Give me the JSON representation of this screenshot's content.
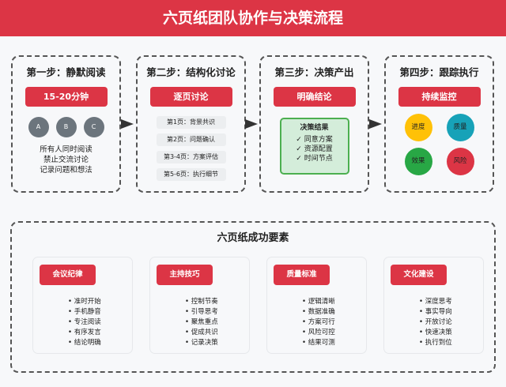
{
  "title": "六页纸团队协作与决策流程",
  "steps": [
    {
      "title": "第一步：静默阅读",
      "badge": "15-20分钟",
      "participants": [
        "A",
        "B",
        "C"
      ],
      "notes": [
        "所有人同时阅读",
        "禁止交流讨论",
        "记录问题和想法"
      ]
    },
    {
      "title": "第二步：结构化讨论",
      "badge": "逐页讨论",
      "pages": [
        "第1页：背景共识",
        "第2页：问题确认",
        "第3-4页：方案评估",
        "第5-6页：执行细节"
      ]
    },
    {
      "title": "第三步：决策产出",
      "badge": "明确结论",
      "result_title": "决策结果",
      "results": [
        "✓ 同意方案",
        "✓ 资源配置",
        "✓ 时间节点"
      ]
    },
    {
      "title": "第四步：跟踪执行",
      "badge": "持续监控",
      "metrics": [
        {
          "label": "进度",
          "color": "#ffc107"
        },
        {
          "label": "质量",
          "color": "#17a2b8"
        },
        {
          "label": "效果",
          "color": "#28a745"
        },
        {
          "label": "风险",
          "color": "#dc3545"
        }
      ]
    }
  ],
  "factors": {
    "title": "六页纸成功要素",
    "cards": [
      {
        "tag": "会议纪律",
        "items": [
          "准时开始",
          "手机静音",
          "专注阅读",
          "有序发言",
          "结论明确"
        ]
      },
      {
        "tag": "主持技巧",
        "items": [
          "控制节奏",
          "引导思考",
          "聚焦重点",
          "促成共识",
          "记录决策"
        ]
      },
      {
        "tag": "质量标准",
        "items": [
          "逻辑清晰",
          "数据准确",
          "方案可行",
          "风险可控",
          "结果可测"
        ]
      },
      {
        "tag": "文化建设",
        "items": [
          "深度思考",
          "事实导向",
          "开放讨论",
          "快速决策",
          "执行到位"
        ]
      }
    ]
  }
}
